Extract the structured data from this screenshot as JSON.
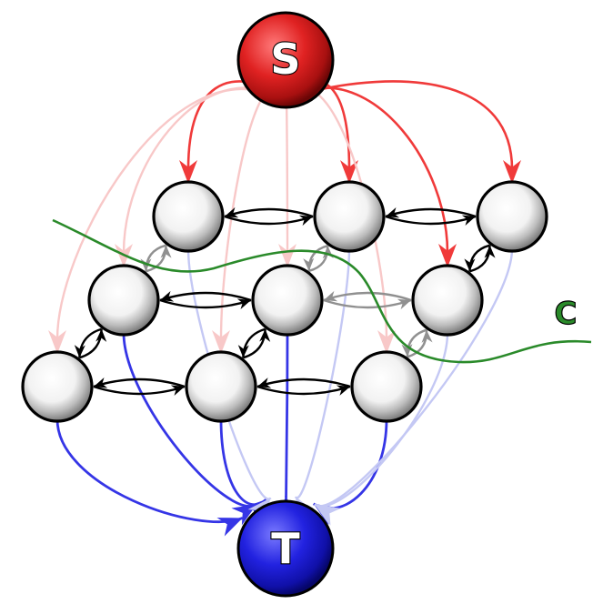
{
  "source_label": "S",
  "sink_label": "T",
  "cut_label": "C",
  "colors": {
    "source": "#e02020",
    "sink": "#2020e0",
    "source_strong": "#f03a3a",
    "source_faint": "#f8c8c8",
    "sink_strong": "#3535e6",
    "sink_faint": "#c4c8f4",
    "cut": "#2a8a2a",
    "edge": "#000000",
    "edge_cut": "#909090"
  },
  "grid": {
    "rows": 3,
    "cols": 3
  },
  "source_edges": [
    {
      "to": "n00",
      "style": "strong"
    },
    {
      "to": "n01",
      "style": "strong"
    },
    {
      "to": "n02",
      "style": "strong"
    },
    {
      "to": "n12",
      "style": "strong"
    },
    {
      "to": "n10",
      "style": "faint"
    },
    {
      "to": "n11",
      "style": "faint"
    },
    {
      "to": "n20",
      "style": "faint"
    },
    {
      "to": "n21",
      "style": "faint"
    },
    {
      "to": "n22",
      "style": "faint"
    }
  ],
  "sink_edges": [
    {
      "from": "n20",
      "style": "strong"
    },
    {
      "from": "n21",
      "style": "strong"
    },
    {
      "from": "n22",
      "style": "strong"
    },
    {
      "from": "n10",
      "style": "strong"
    },
    {
      "from": "n11",
      "style": "strong"
    },
    {
      "from": "n00",
      "style": "faint"
    },
    {
      "from": "n01",
      "style": "faint"
    },
    {
      "from": "n02",
      "style": "faint"
    },
    {
      "from": "n12",
      "style": "faint"
    }
  ],
  "grid_edges": [
    {
      "a": "n00",
      "b": "n01",
      "cut": false
    },
    {
      "a": "n01",
      "b": "n02",
      "cut": false
    },
    {
      "a": "n10",
      "b": "n11",
      "cut": false
    },
    {
      "a": "n11",
      "b": "n12",
      "cut": true
    },
    {
      "a": "n20",
      "b": "n21",
      "cut": false
    },
    {
      "a": "n21",
      "b": "n22",
      "cut": false
    },
    {
      "a": "n00",
      "b": "n10",
      "cut": true
    },
    {
      "a": "n01",
      "b": "n11",
      "cut": true
    },
    {
      "a": "n02",
      "b": "n12",
      "cut": false
    },
    {
      "a": "n10",
      "b": "n20",
      "cut": false
    },
    {
      "a": "n11",
      "b": "n21",
      "cut": false
    },
    {
      "a": "n12",
      "b": "n22",
      "cut": true
    }
  ]
}
